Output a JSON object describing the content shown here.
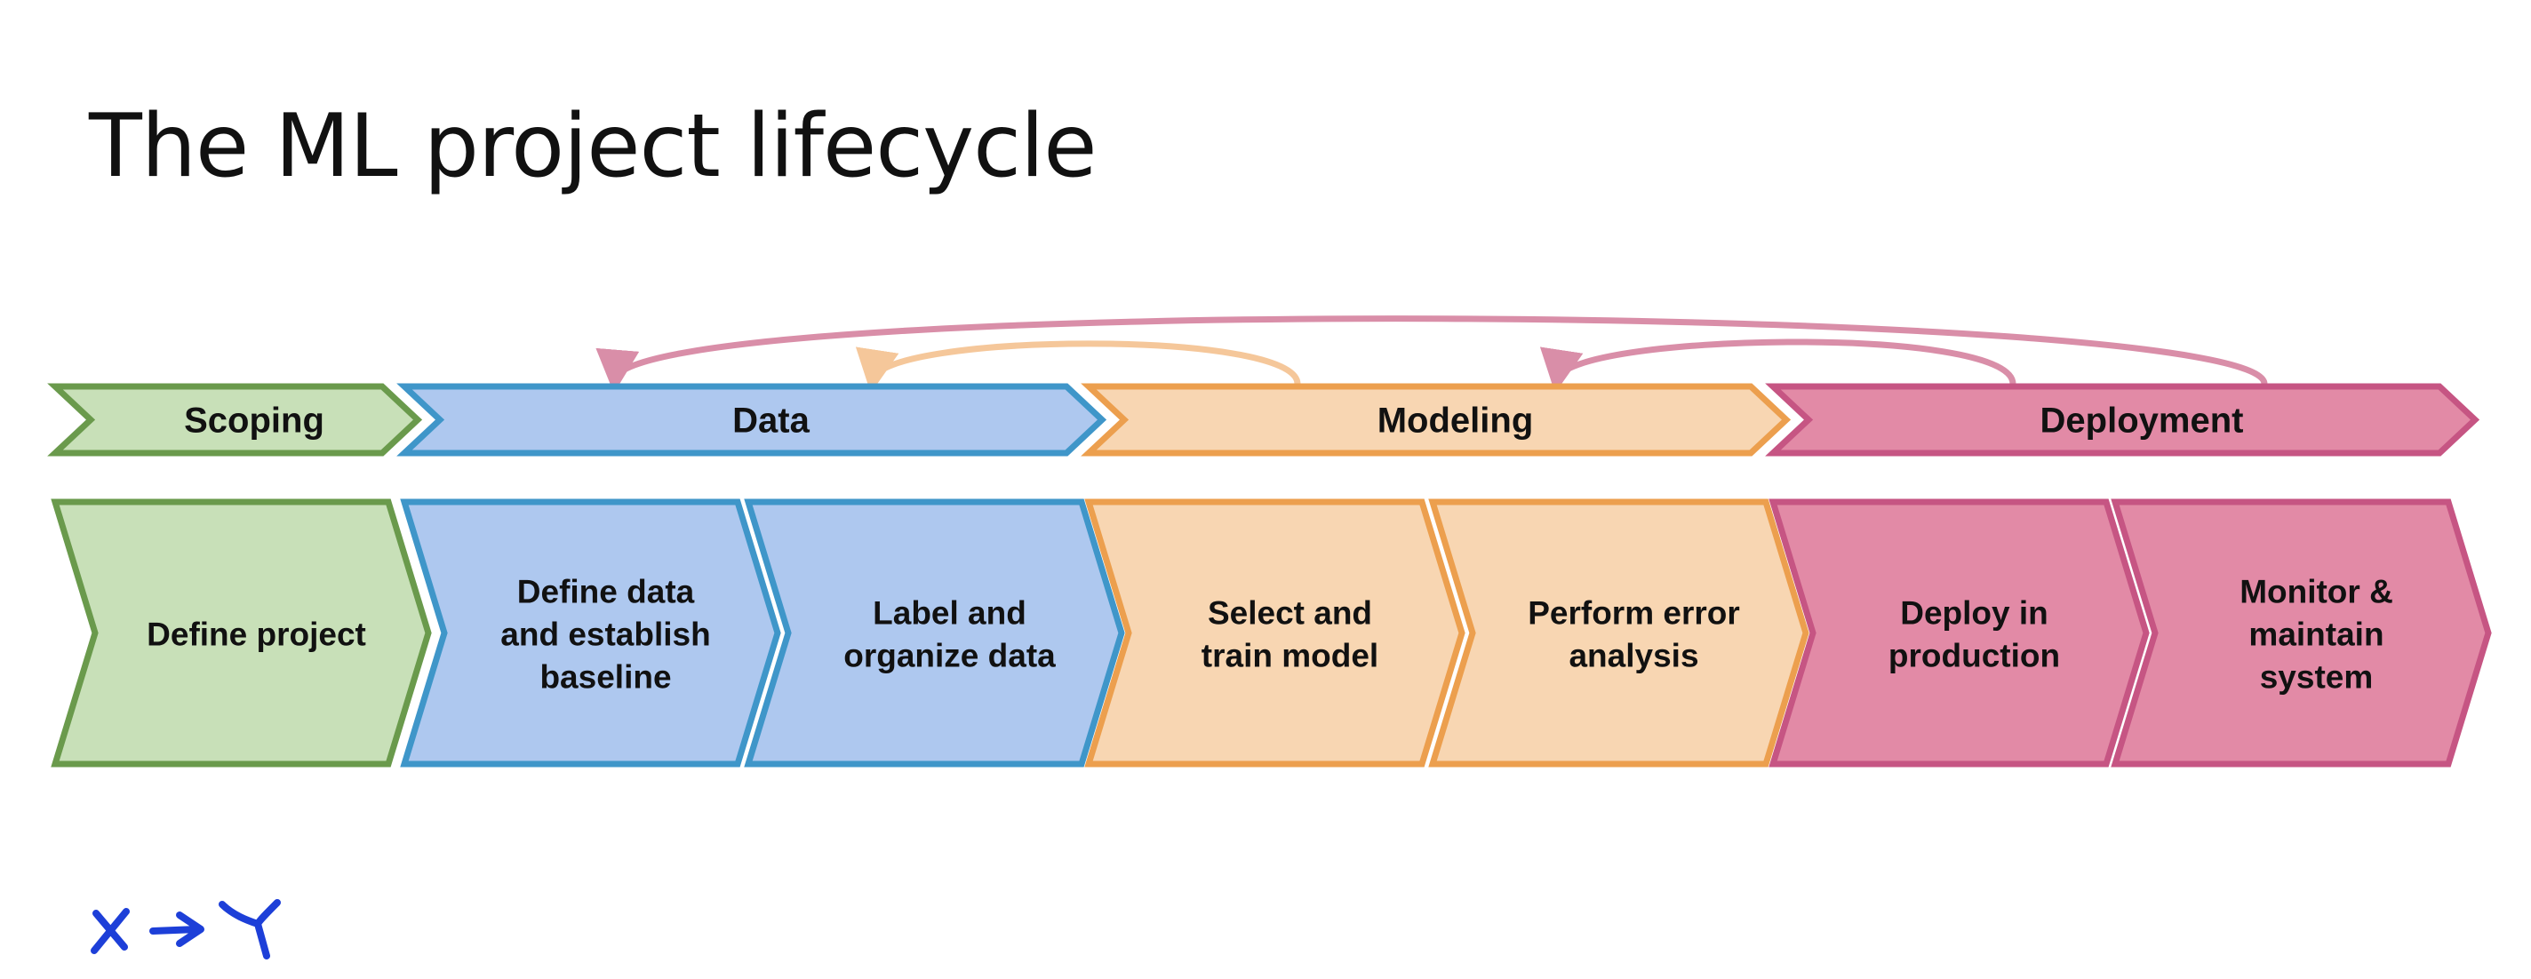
{
  "title": "The ML project lifecycle",
  "colors": {
    "scoping": {
      "fill": "#c8e0b8",
      "stroke": "#6a9a4c"
    },
    "data": {
      "fill": "#aec8ef",
      "stroke": "#3f96c9"
    },
    "modeling": {
      "fill": "#f8d6b2",
      "stroke": "#ec9f4e"
    },
    "deployment": {
      "fill": "#e28aa6",
      "stroke": "#c65583"
    },
    "feedback_data": "#d98ea8",
    "feedback_modeling": "#f5c79a",
    "annotation_ink": "#1d3fd8"
  },
  "phases": [
    {
      "id": "scoping",
      "label": "Scoping"
    },
    {
      "id": "data",
      "label": "Data"
    },
    {
      "id": "modeling",
      "label": "Modeling"
    },
    {
      "id": "deployment",
      "label": "Deployment"
    }
  ],
  "steps": [
    {
      "phase": "scoping",
      "lines": [
        "Define project"
      ]
    },
    {
      "phase": "data",
      "lines": [
        "Define data",
        "and establish",
        "baseline"
      ]
    },
    {
      "phase": "data",
      "lines": [
        "Label and",
        "organize data"
      ]
    },
    {
      "phase": "modeling",
      "lines": [
        "Select and",
        "train model"
      ]
    },
    {
      "phase": "modeling",
      "lines": [
        "Perform error",
        "analysis"
      ]
    },
    {
      "phase": "deployment",
      "lines": [
        "Deploy in",
        "production"
      ]
    },
    {
      "phase": "deployment",
      "lines": [
        "Monitor &",
        "maintain",
        "system"
      ]
    }
  ],
  "feedback_arrows": [
    {
      "from": "deployment",
      "to": "data",
      "color": "feedback_data"
    },
    {
      "from": "modeling",
      "to": "data",
      "color": "feedback_modeling"
    },
    {
      "from": "deployment",
      "to": "modeling",
      "color": "feedback_data"
    }
  ],
  "annotation": {
    "text": "X → Y"
  }
}
